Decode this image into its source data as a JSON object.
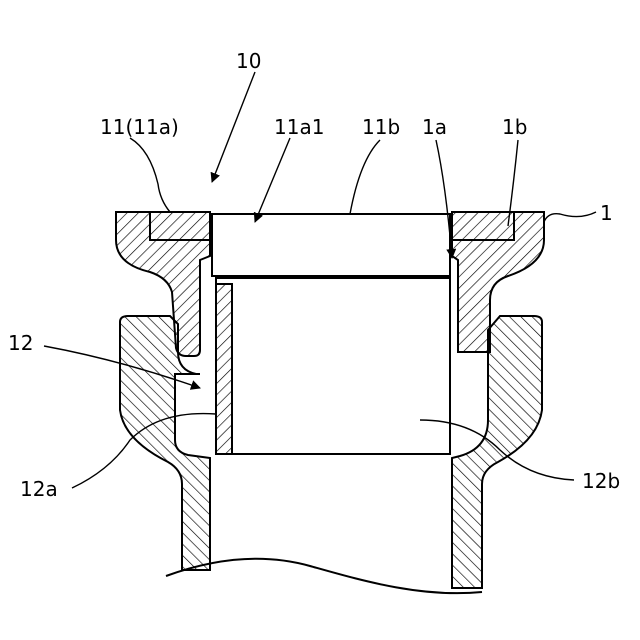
{
  "figure": {
    "labels": {
      "ref_10": "10",
      "ref_11": "11(11a)",
      "ref_11a1": "11a1",
      "ref_11b": "11b",
      "ref_1a": "1a",
      "ref_1b": "1b",
      "ref_1": "1",
      "ref_12": "12",
      "ref_12a": "12a",
      "ref_12b": "12b"
    }
  }
}
